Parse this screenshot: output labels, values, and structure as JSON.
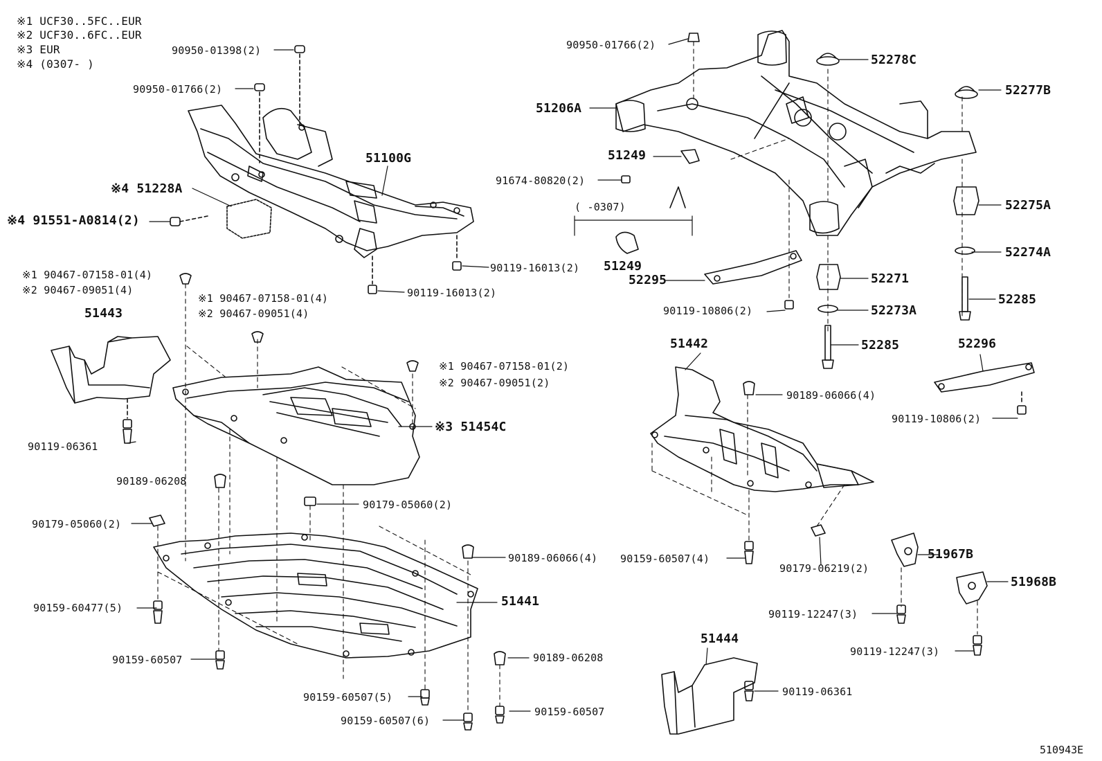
{
  "notes": [
    "※1 UCF30..5FC..EUR",
    "※2 UCF30..6FC..EUR",
    "※3 EUR",
    "※4 (0307-       )"
  ],
  "labels": {
    "p51100G": "51100G",
    "p90950_01398": "90950-01398(2)",
    "p90950_01766_left": "90950-01766(2)",
    "p51228A": "※4 51228A",
    "p91551": "※4 91551-A0814(2)",
    "p90119_16013_a": "90119-16013(2)",
    "p90119_16013_b": "90119-16013(2)",
    "p90467_a1": "※1 90467-07158-01(4)",
    "p90467_a2": "※2 90467-09051(4)",
    "p90467_b1": "※1 90467-07158-01(4)",
    "p90467_b2": "※2 90467-09051(4)",
    "p90467_c1": "※1 90467-07158-01(2)",
    "p90467_c2": "※2 90467-09051(2)",
    "p51443": "51443",
    "p90119_06361_left": "90119-06361",
    "p51454C": "※3 51454C",
    "p90189_06208_a": "90189-06208",
    "p90179_05060_a": "90179-05060(2)",
    "p90179_05060_b": "90179-05060(2)",
    "p90189_06066_a": "90189-06066(4)",
    "p51441": "51441",
    "p90159_60477": "90159-60477(5)",
    "p90159_60507_a": "90159-60507",
    "p90189_06208_b": "90189-06208",
    "p90159_60507_5": "90159-60507(5)",
    "p90159_60507_6": "90159-60507(6)",
    "p90159_60507_b": "90159-60507",
    "p90950_01766_right": "90950-01766(2)",
    "p52278C": "52278C",
    "p52277B": "52277B",
    "p51206A": "51206A",
    "p51249_top": "51249",
    "p91674": "91674-80820(2)",
    "p0307": "(      -0307)",
    "p51249_bot": "51249",
    "p52295": "52295",
    "p52275A": "52275A",
    "p52274A": "52274A",
    "p52271": "52271",
    "p52285_a": "52285",
    "p52273A": "52273A",
    "p52285_b": "52285",
    "p90119_10806_a": "90119-10806(2)",
    "p51442": "51442",
    "p52296": "52296",
    "p90189_06066_b": "90189-06066(4)",
    "p90119_10806_b": "90119-10806(2)",
    "p90159_60507_4": "90159-60507(4)",
    "p90179_06219": "90179-06219(2)",
    "p51967B": "51967B",
    "p51968B": "51968B",
    "p90119_12247_a": "90119-12247(3)",
    "p90119_12247_b": "90119-12247(3)",
    "p51444": "51444",
    "p90119_06361_right": "90119-06361"
  },
  "reference": "510943E"
}
